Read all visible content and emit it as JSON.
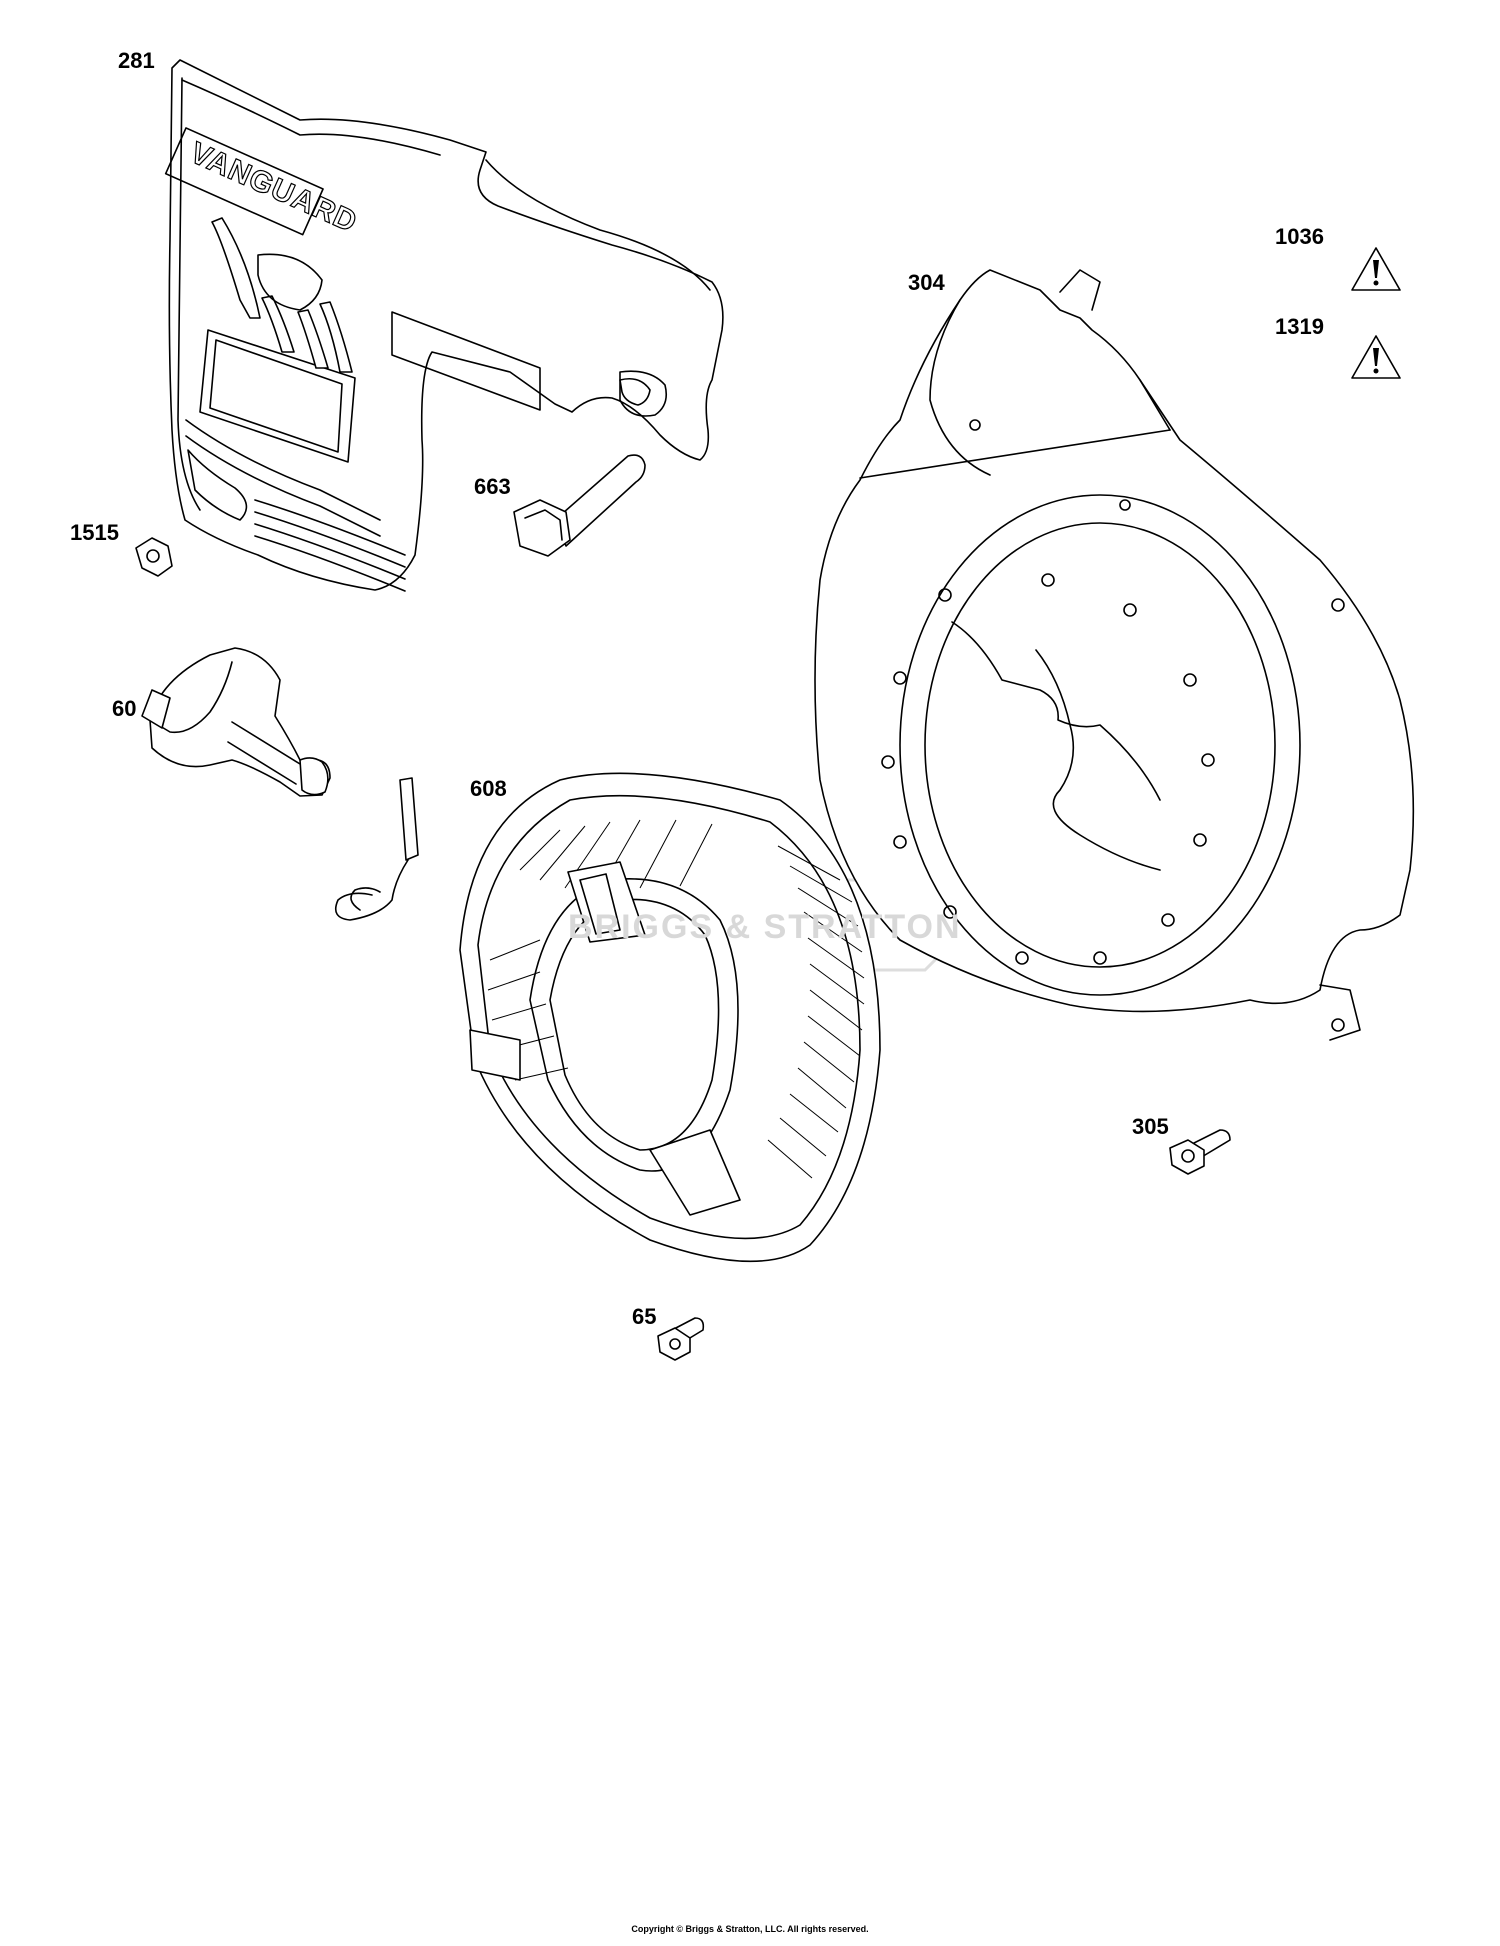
{
  "labels": {
    "p281": "281",
    "p304": "304",
    "p1036": "1036",
    "p1319": "1319",
    "p663": "663",
    "p1515": "1515",
    "p60": "60",
    "p608": "608",
    "p305": "305",
    "p65": "65"
  },
  "engraving": "VANGUARD",
  "watermark": "BRIGGS & STRATTON",
  "copyright": "Copyright © Briggs & Stratton, LLC. All rights reserved."
}
